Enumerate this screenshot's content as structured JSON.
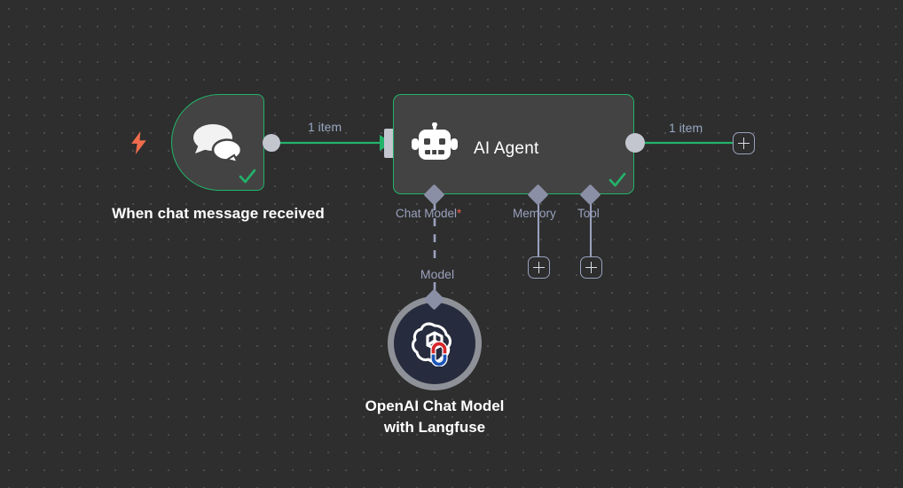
{
  "canvas": {
    "background_color": "#2d2e2d",
    "grid_dot_color": "#4a4b4a"
  },
  "theme": {
    "node_fill": "#434343",
    "node_border_success": "#23b36a",
    "connection_color": "#23b36a",
    "port_color": "#c3c5cf",
    "sub_connector_color": "#8b8fa6",
    "sub_label_color": "#9aa0bd",
    "edge_label_color": "#9aa7c4",
    "required_star_color": "#e2604a",
    "trigger_bolt_color": "#ef6c4d",
    "openai_fill": "#262b3d",
    "openai_ring": "#8f9198"
  },
  "nodes": {
    "trigger": {
      "name": "When chat message received",
      "icon": "chat-bubbles-icon",
      "trigger_icon": "lightning-bolt-icon",
      "status_icon": "check-icon",
      "status": "success"
    },
    "agent": {
      "name": "AI Agent",
      "icon": "robot-icon",
      "status_icon": "check-icon",
      "status": "success",
      "sub_inputs": [
        {
          "label": "Chat Model",
          "required": true,
          "required_marker": "*",
          "connector": "diamond-connector"
        },
        {
          "label": "Memory",
          "required": false,
          "required_marker": "",
          "connector": "diamond-connector"
        },
        {
          "label": "Tool",
          "required": false,
          "required_marker": "",
          "connector": "diamond-connector"
        }
      ]
    },
    "openai": {
      "name": "OpenAI Chat Model with Langfuse",
      "name_line1": "OpenAI Chat Model",
      "name_line2": "with Langfuse",
      "icon": "openai-logo-icon",
      "badge_icon": "magnet-icon",
      "connector": "diamond-connector"
    }
  },
  "connections": {
    "trigger_to_agent": {
      "label": "1 item",
      "style": "solid",
      "arrow": true
    },
    "agent_to_next": {
      "label": "1 item",
      "style": "solid",
      "arrow": false
    },
    "chat_model": {
      "label": "Model",
      "style": "dashed"
    }
  },
  "buttons": {
    "add_next_node": {
      "icon": "plus-icon",
      "label": "+"
    },
    "add_memory": {
      "icon": "plus-icon",
      "label": "+"
    },
    "add_tool": {
      "icon": "plus-icon",
      "label": "+"
    }
  }
}
